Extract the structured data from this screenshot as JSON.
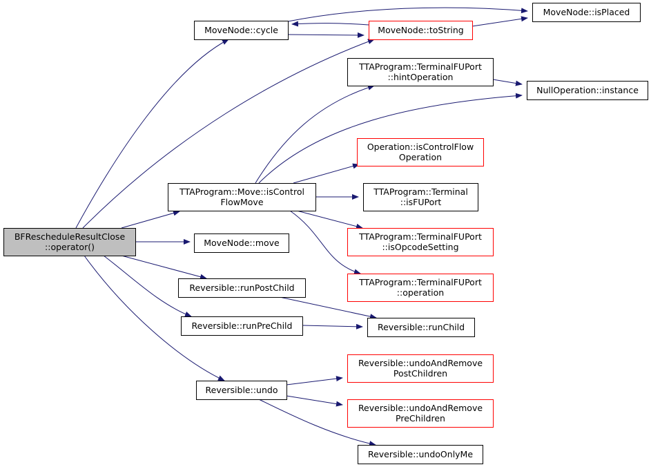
{
  "colors": {
    "edge": "#191970",
    "arrowhead": "#191970",
    "node_border_default": "#000000",
    "node_border_truncated": "#ff0000",
    "node_fill_default": "#ffffff",
    "node_fill_root": "#bfbfbf"
  },
  "nodes": [
    {
      "id": "root",
      "lines": [
        "BFRescheduleResultClose",
        "::operator()"
      ],
      "style": "root"
    },
    {
      "id": "cycle",
      "lines": [
        "MoveNode::cycle"
      ],
      "style": "default"
    },
    {
      "id": "toString",
      "lines": [
        "MoveNode::toString"
      ],
      "style": "truncated"
    },
    {
      "id": "isPlaced",
      "lines": [
        "MoveNode::isPlaced"
      ],
      "style": "default"
    },
    {
      "id": "hintOperation",
      "lines": [
        "TTAProgram::TerminalFUPort",
        "::hintOperation"
      ],
      "style": "default"
    },
    {
      "id": "nullInstance",
      "lines": [
        "NullOperation::instance"
      ],
      "style": "default"
    },
    {
      "id": "isControlFlowOperation",
      "lines": [
        "Operation::isControlFlow",
        "Operation"
      ],
      "style": "truncated"
    },
    {
      "id": "isControlFlowMove",
      "lines": [
        "TTAProgram::Move::isControl",
        "FlowMove"
      ],
      "style": "default"
    },
    {
      "id": "isFUPort",
      "lines": [
        "TTAProgram::Terminal",
        "::isFUPort"
      ],
      "style": "default"
    },
    {
      "id": "isOpcodeSetting",
      "lines": [
        "TTAProgram::TerminalFUPort",
        "::isOpcodeSetting"
      ],
      "style": "truncated"
    },
    {
      "id": "move",
      "lines": [
        "MoveNode::move"
      ],
      "style": "default"
    },
    {
      "id": "operation",
      "lines": [
        "TTAProgram::TerminalFUPort",
        "::operation"
      ],
      "style": "truncated"
    },
    {
      "id": "runPostChild",
      "lines": [
        "Reversible::runPostChild"
      ],
      "style": "default"
    },
    {
      "id": "runPreChild",
      "lines": [
        "Reversible::runPreChild"
      ],
      "style": "default"
    },
    {
      "id": "runChild",
      "lines": [
        "Reversible::runChild"
      ],
      "style": "default"
    },
    {
      "id": "undoPost",
      "lines": [
        "Reversible::undoAndRemove",
        "PostChildren"
      ],
      "style": "truncated"
    },
    {
      "id": "undo",
      "lines": [
        "Reversible::undo"
      ],
      "style": "default"
    },
    {
      "id": "undoPre",
      "lines": [
        "Reversible::undoAndRemove",
        "PreChildren"
      ],
      "style": "truncated"
    },
    {
      "id": "undoOnlyMe",
      "lines": [
        "Reversible::undoOnlyMe"
      ],
      "style": "default"
    }
  ],
  "edges": [
    {
      "from": "root",
      "to": "cycle"
    },
    {
      "from": "root",
      "to": "toString"
    },
    {
      "from": "root",
      "to": "isControlFlowMove"
    },
    {
      "from": "root",
      "to": "move"
    },
    {
      "from": "root",
      "to": "runPostChild"
    },
    {
      "from": "root",
      "to": "runPreChild"
    },
    {
      "from": "root",
      "to": "undo"
    },
    {
      "from": "cycle",
      "to": "isPlaced"
    },
    {
      "from": "cycle",
      "to": "toString"
    },
    {
      "from": "toString",
      "to": "cycle"
    },
    {
      "from": "toString",
      "to": "isPlaced"
    },
    {
      "from": "hintOperation",
      "to": "nullInstance"
    },
    {
      "from": "isControlFlowMove",
      "to": "hintOperation"
    },
    {
      "from": "isControlFlowMove",
      "to": "nullInstance"
    },
    {
      "from": "isControlFlowMove",
      "to": "isControlFlowOperation"
    },
    {
      "from": "isControlFlowMove",
      "to": "isFUPort"
    },
    {
      "from": "isControlFlowMove",
      "to": "isOpcodeSetting"
    },
    {
      "from": "isControlFlowMove",
      "to": "operation"
    },
    {
      "from": "runPostChild",
      "to": "runChild"
    },
    {
      "from": "runPreChild",
      "to": "runChild"
    },
    {
      "from": "undo",
      "to": "undoPost"
    },
    {
      "from": "undo",
      "to": "undoPre"
    },
    {
      "from": "undo",
      "to": "undoOnlyMe"
    }
  ]
}
